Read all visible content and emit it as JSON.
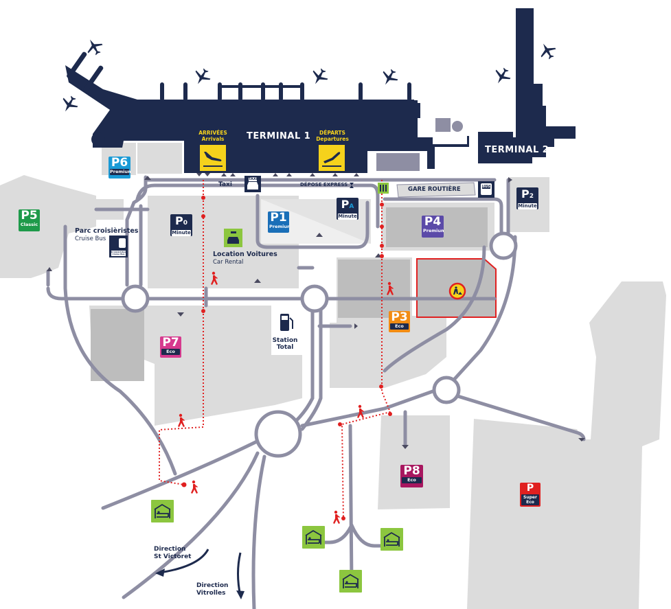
{
  "terminals": {
    "t1": "TERMINAL 1",
    "t2": "TERMINAL 2"
  },
  "gates": {
    "arrivals_fr": "ARRIVÉES",
    "arrivals_en": "Arrivals",
    "departures_fr": "DÉPARTS",
    "departures_en": "Departures"
  },
  "forecourt": {
    "taxi": "Taxi",
    "depose_express": "DÉPOSE EXPRESS",
    "gare_routiere": "GARE ROUTIÈRE",
    "taxi_sign": "TAXI",
    "bus_sign": "BUS"
  },
  "parkings": [
    {
      "id": "P6",
      "number": "6",
      "type": "Premium",
      "color": "#1a9ad6"
    },
    {
      "id": "P5",
      "number": "5",
      "type": "Classic",
      "color": "#1e9a4a"
    },
    {
      "id": "P1",
      "number": "1",
      "type": "Premium",
      "color": "#1a6fb8"
    },
    {
      "id": "P4",
      "number": "4",
      "type": "Premium",
      "color": "#5b4aa8"
    },
    {
      "id": "P3",
      "number": "3",
      "type": "Eco",
      "color": "#f28c13"
    },
    {
      "id": "P7",
      "number": "7",
      "type": "Eco",
      "color": "#d63a8e"
    },
    {
      "id": "P8",
      "number": "8",
      "type": "Eco",
      "color": "#a8175f"
    },
    {
      "id": "PSE",
      "number": "",
      "type": "Super Eco",
      "type_line1": "Super",
      "type_line2": "Eco",
      "color": "#e02020"
    }
  ],
  "minute_parkings": [
    {
      "id": "P0",
      "letter": "P",
      "sub": "0",
      "label": "Minute"
    },
    {
      "id": "PA",
      "letter": "P",
      "sub": "A",
      "label": "Minute"
    },
    {
      "id": "P2",
      "letter": "P",
      "sub": "2",
      "label": "Minute"
    }
  ],
  "cruise": {
    "title": "Parc croisièristes",
    "subtitle": "Cruise Bus",
    "sign_small": "Croisièristes Cruise Bus"
  },
  "car_rental": {
    "title": "Location Voitures",
    "subtitle": "Car Rental"
  },
  "station": {
    "line1": "Station",
    "line2": "Total"
  },
  "directions": {
    "st_victoret_1": "Direction",
    "st_victoret_2": "St Victoret",
    "vitrolles_1": "Direction",
    "vitrolles_2": "Vitrolles"
  },
  "colors": {
    "terminal": "#1d2a4d",
    "road": "#8e8ea3",
    "parking_area": "#dcdcdc",
    "parking_dark": "#bdbdbd",
    "walk_path": "#e02020",
    "gate_yellow": "#f5d21c",
    "hotel_green": "#8cc63f",
    "works_border": "#e02020"
  }
}
